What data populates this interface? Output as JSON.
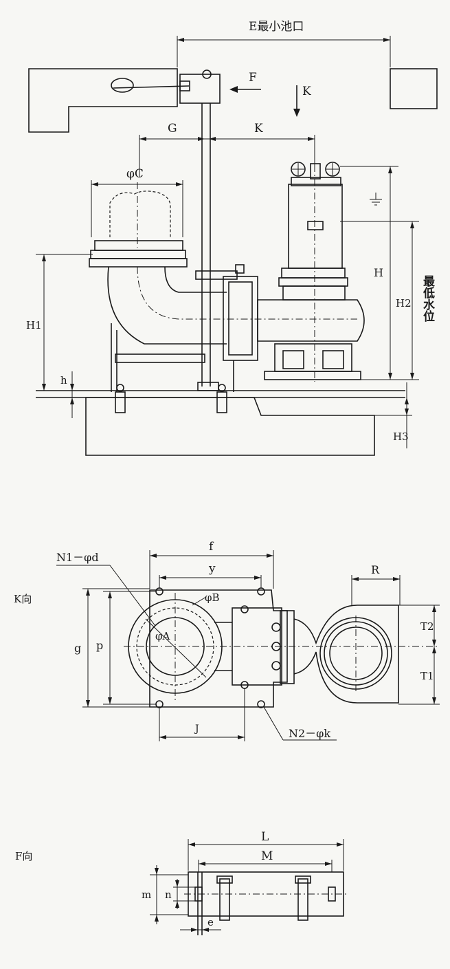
{
  "colors": {
    "ink": "#1a1a1a",
    "paper": "#f7f7f4"
  },
  "elevation": {
    "E": "E最小池口",
    "F": "F",
    "K": "K",
    "G": "G",
    "K2": "K",
    "phiC": "φC",
    "H": "H",
    "H1": "H1",
    "H2": "H2",
    "H3": "H3",
    "h": "h",
    "min_water": "最低水位"
  },
  "k_view": {
    "title": "K向",
    "f": "f",
    "y": "y",
    "N1d": "N1－φd",
    "phiB": "φB",
    "phiA": "φA",
    "g": "g",
    "p": "p",
    "J": "J",
    "N2k": "N2－φk",
    "R": "R",
    "T1": "T1",
    "T2": "T2"
  },
  "f_view": {
    "title": "F向",
    "L": "L",
    "M": "M",
    "m": "m",
    "n": "n",
    "e": "e"
  }
}
